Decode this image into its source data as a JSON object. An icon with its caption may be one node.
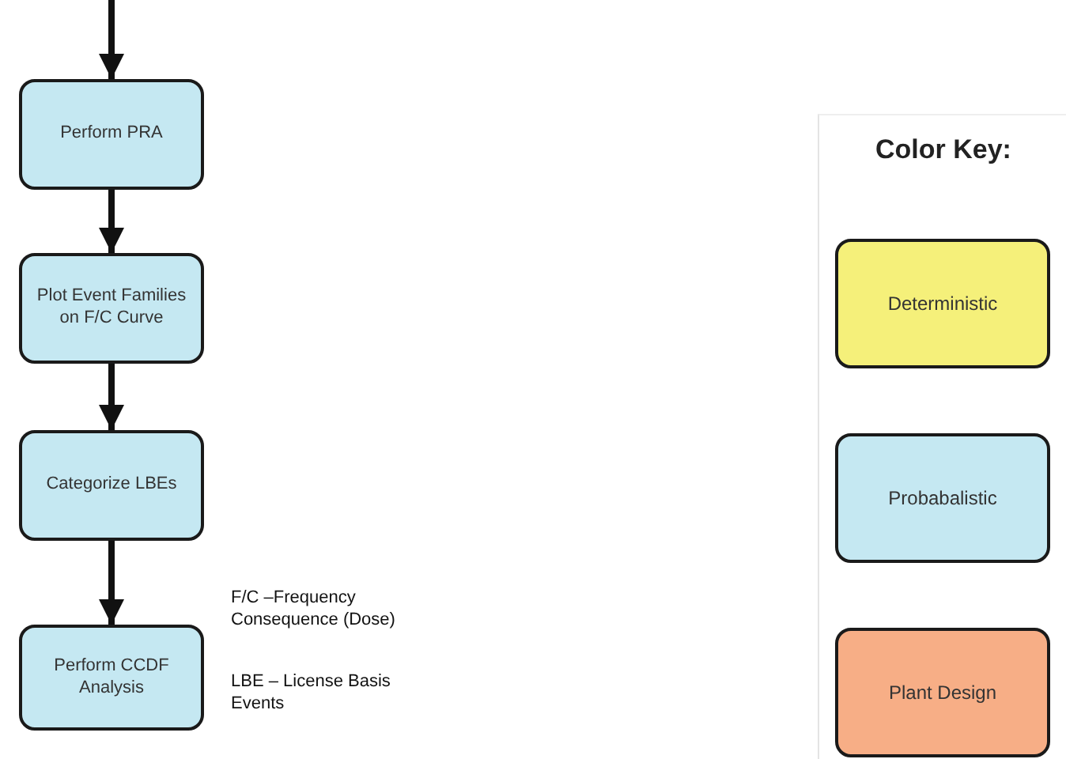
{
  "diagram": {
    "nodes": [
      {
        "text": [
          "Perform PRA"
        ]
      },
      {
        "text": [
          "Plot Event Families on F/C Curve"
        ]
      },
      {
        "text": [
          "Categorize LBEs"
        ]
      },
      {
        "text": [
          "Perform CCDF Analysis"
        ]
      }
    ],
    "edges": [
      {
        "from": null,
        "to": 0,
        "arrow": "to"
      },
      {
        "from": 0,
        "to": 1,
        "arrow": "to"
      },
      {
        "from": 1,
        "to": 2,
        "arrow": "to"
      },
      {
        "from": 2,
        "to": 3,
        "arrow": "to"
      }
    ],
    "labels": [
      "F/C –Frequency Consequence (Dose)",
      "LBE – License Basis Events",
      "Color Key:"
    ],
    "legend": [
      {
        "text": "Deterministic",
        "color": "#f5f07a"
      },
      {
        "text": "Probabalistic",
        "color": "#c5e8f2"
      },
      {
        "text": "Plant Design",
        "color": "#f7ae86"
      }
    ]
  }
}
